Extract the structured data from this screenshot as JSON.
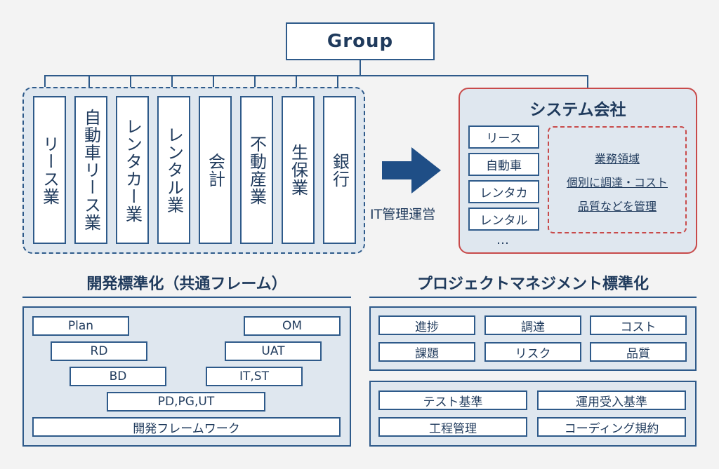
{
  "group_label": "Group",
  "industries": [
    "リース業",
    "自動車リース業",
    "レンタカー業",
    "レンタル業",
    "会計",
    "不動産業",
    "生保業",
    "銀行"
  ],
  "arrow_label": "IT管理運営",
  "system_company": {
    "title": "システム会社",
    "list": [
      "リース",
      "自動車",
      "レンタカ",
      "レンタル"
    ],
    "ellipsis": "…",
    "notes": [
      "業務領域",
      "個別に調達・コスト",
      "品質などを管理"
    ]
  },
  "dev_section": {
    "title": "開発標準化（共通フレーム）",
    "phases": {
      "plan": "Plan",
      "om": "OM",
      "rd": "RD",
      "uat": "UAT",
      "bd": "BD",
      "itst": "IT,ST",
      "pdpgut": "PD,PG,UT",
      "framework": "開発フレームワーク"
    }
  },
  "pm_section": {
    "title": "プロジェクトマネジメント標準化",
    "items_top": [
      "進捗",
      "調達",
      "コスト",
      "課題",
      "リスク",
      "品質"
    ],
    "items_bottom": [
      "テスト基準",
      "運用受入基準",
      "工程管理",
      "コーディング規約"
    ]
  },
  "colors": {
    "primary": "#2e5a8a",
    "text": "#1f3a5c",
    "panel_bg": "#dfe7ef",
    "accent_red": "#c84a4a",
    "page_bg": "#f3f3f3"
  }
}
